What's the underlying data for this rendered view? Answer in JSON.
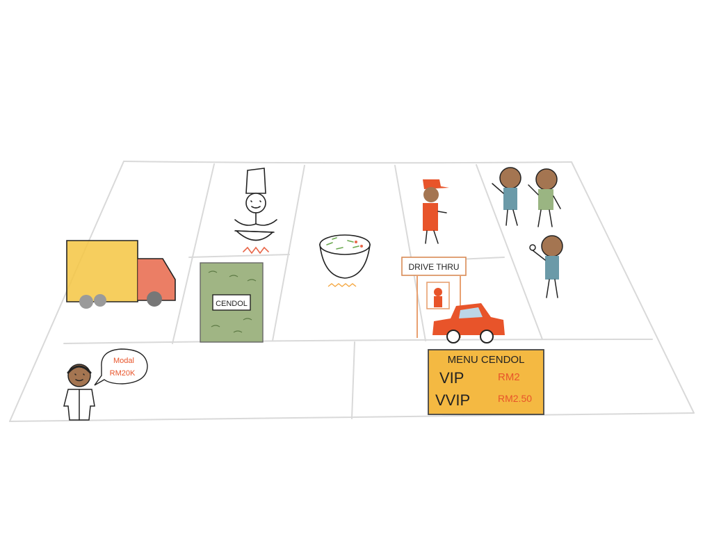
{
  "canvas": {
    "background": "#ffffff",
    "grid_line_color": "#d9d9d9",
    "ink_color": "#222222"
  },
  "partners": {
    "icon": "delivery-truck-icon",
    "colors": {
      "cargo": "#f4c542",
      "cab": "#e8674a",
      "wheels": "#9a9a9a"
    }
  },
  "activities": {
    "icon": "cook-with-wok-icon",
    "colors": {
      "flame": "#e8674a"
    }
  },
  "resources": {
    "package_label": "CENDOL",
    "colors": {
      "package": "#8fa86e"
    }
  },
  "value_proposition": {
    "icon": "cendol-bowl-icon",
    "colors": {
      "cendol_strands": "#6aa84f",
      "red_bean": "#e8674a",
      "steam": "#f4a742"
    }
  },
  "relationships": {
    "icon": "waiter-icon",
    "colors": {
      "uniform": "#e8542a"
    }
  },
  "channels": {
    "sign_text": "DRIVE THRU",
    "colors": {
      "booth": "#e8a070",
      "car": "#e8542a",
      "sign_border": "#d88a55"
    }
  },
  "customers": {
    "icon": "customer-group-icon",
    "colors": {
      "skin": "#a47551",
      "shirt_teal": "#6b9aa8",
      "shirt_green": "#9ab582"
    }
  },
  "cost": {
    "icon": "owner-figure-icon",
    "speech_line1": "Modal",
    "speech_line2": "RM20K",
    "colors": {
      "speech_text": "#e8542a",
      "skin": "#a47551"
    }
  },
  "revenue": {
    "menu_title": "MENU CENDOL",
    "items": [
      {
        "name": "VIP",
        "price": "RM2"
      },
      {
        "name": "VVIP",
        "price": "RM2.50"
      }
    ],
    "colors": {
      "board": "#f4b942",
      "price": "#e8542a",
      "border": "#444444"
    }
  }
}
